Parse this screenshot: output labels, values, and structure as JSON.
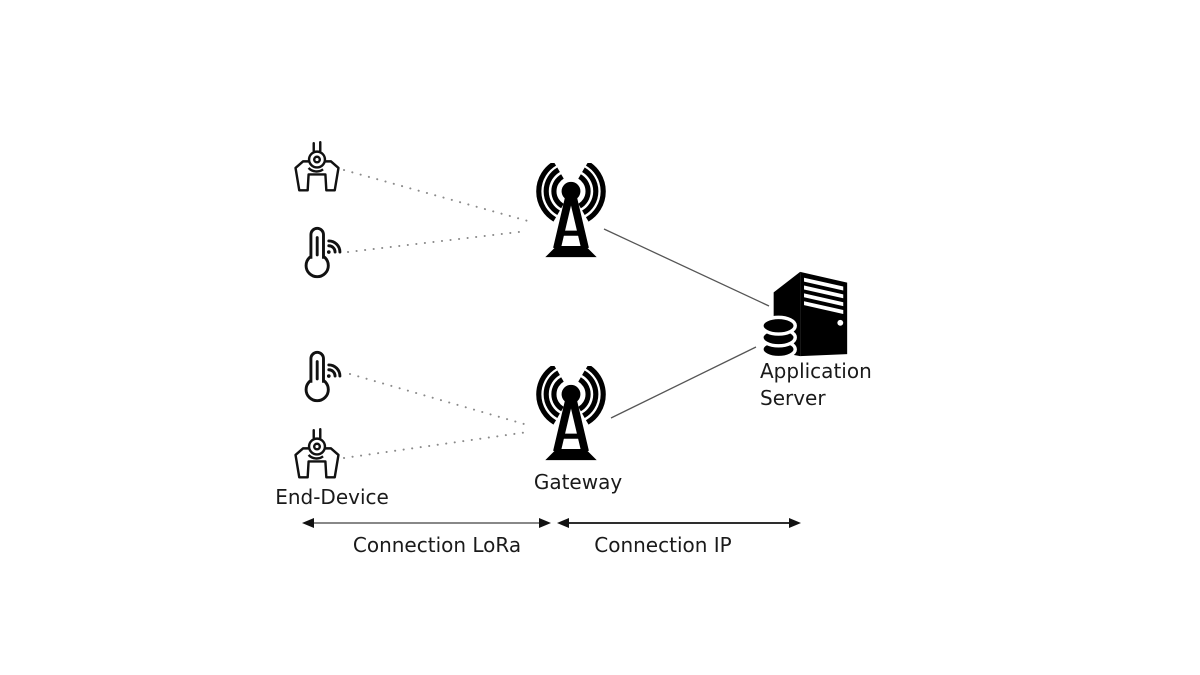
{
  "diagram": {
    "title_hidden": "",
    "labels": {
      "end_device": "End-Device",
      "gateway": "Gateway",
      "application_server": "Application Server",
      "connection_lora": "Connection LoRa",
      "connection_ip": "Connection IP"
    },
    "nodes": [
      {
        "icon": "robot-gripper-icon",
        "role": "end device"
      },
      {
        "icon": "thermometer-wireless-icon",
        "role": "end device"
      },
      {
        "icon": "thermometer-wireless-icon",
        "role": "end device"
      },
      {
        "icon": "robot-gripper-icon",
        "role": "end device"
      },
      {
        "icon": "antenna-tower-icon",
        "role": "gateway"
      },
      {
        "icon": "antenna-tower-icon",
        "role": "gateway"
      },
      {
        "icon": "server-database-icon",
        "role": "application server"
      }
    ],
    "connections": {
      "lora": {
        "style": "dotted",
        "count": 4,
        "label": "Connection LoRa"
      },
      "ip": {
        "style": "solid",
        "count": 2,
        "label": "Connection IP"
      }
    },
    "colors": {
      "background": "#ffffff",
      "icon": "#000000",
      "text": "#1a1a1a",
      "dotted_line": "#8a8a8a",
      "solid_line": "#555555",
      "arrow_shaft_left": "#777777",
      "arrow_shaft_right": "#111111",
      "arrow_head": "#111111"
    }
  }
}
